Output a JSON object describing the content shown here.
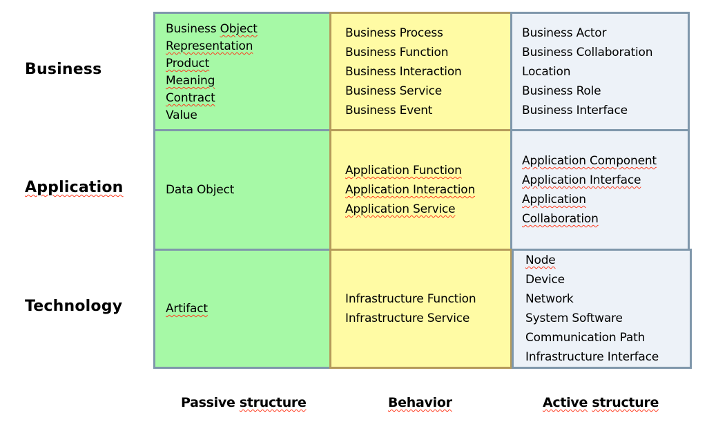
{
  "rows": [
    {
      "label": "Business"
    },
    {
      "label": "Application"
    },
    {
      "label": "Technology"
    }
  ],
  "columns": [
    {
      "label_part1": "Passive",
      "label_part2": "structure"
    },
    {
      "label": "Behavior"
    },
    {
      "label_part1": "Active",
      "label_part2": "structure"
    }
  ],
  "cells": {
    "business": {
      "passive": [
        "Business Object",
        "Representation",
        "Product",
        "Meaning",
        "Contract",
        "Value"
      ],
      "behavior": [
        "Business Process",
        "Business Function",
        "Business Interaction",
        "Business Service",
        "Business Event"
      ],
      "active": [
        "Business Actor",
        "Business Collaboration",
        "Location",
        "Business Role",
        "Business Interface"
      ]
    },
    "application": {
      "passive": [
        "Data Object"
      ],
      "behavior": [
        "Application Function",
        "Application Interaction",
        "Application Service"
      ],
      "active": [
        "Application Component",
        "Application Interface",
        "Application",
        "Collaboration"
      ]
    },
    "technology": {
      "passive": [
        "Artifact"
      ],
      "behavior": [
        "Infrastructure Function",
        "Infrastructure Service"
      ],
      "active": [
        "Node",
        "Device",
        "Network",
        "System Software",
        "Communication Path",
        "Infrastructure Interface"
      ]
    }
  },
  "colors": {
    "passive_fill": "#a6f9a6",
    "behavior_fill": "#fffba4",
    "active_fill": "#edf2f8",
    "grid_border": "#7f97ab",
    "behavior_border": "#b59a5a",
    "spellcheck_underline": "#ff3b1f"
  }
}
